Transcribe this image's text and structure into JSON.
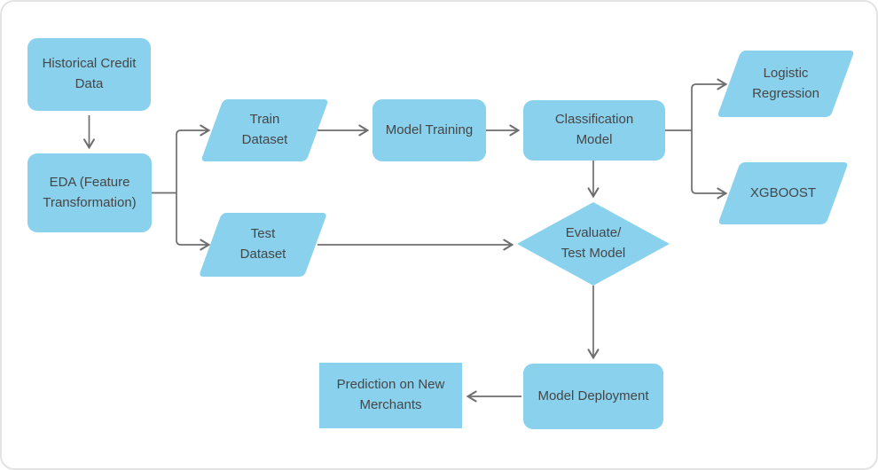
{
  "palette": {
    "node_fill": "#89D1ED",
    "line_color": "#6E6E6E",
    "text_color": "#464646",
    "canvas_bg": "#FFFFFF",
    "canvas_border": "#E3E3E3"
  },
  "nodes": {
    "historical": {
      "label": "Historical Credit\nData",
      "shape": "rounded-rectangle"
    },
    "eda": {
      "label": "EDA (Feature\nTransformation)",
      "shape": "rounded-rectangle"
    },
    "train": {
      "label": "Train\nDataset",
      "shape": "parallelogram"
    },
    "test": {
      "label": "Test\nDataset",
      "shape": "parallelogram"
    },
    "model_training": {
      "label": "Model Training",
      "shape": "rounded-rectangle"
    },
    "classification": {
      "label": "Classification\nModel",
      "shape": "rounded-rectangle"
    },
    "logistic": {
      "label": "Logistic\nRegression",
      "shape": "parallelogram"
    },
    "xgboost": {
      "label": "XGBOOST",
      "shape": "parallelogram"
    },
    "evaluate": {
      "label": "Evaluate/\nTest Model",
      "shape": "diamond"
    },
    "deployment": {
      "label": "Model Deployment",
      "shape": "rounded-rectangle"
    },
    "prediction": {
      "label": "Prediction on New\nMerchants",
      "shape": "rectangle"
    }
  },
  "edges": [
    {
      "from": "Historical Credit Data",
      "to": "EDA (Feature Transformation)"
    },
    {
      "from": "EDA (Feature Transformation)",
      "to": "Train Dataset"
    },
    {
      "from": "EDA (Feature Transformation)",
      "to": "Test Dataset"
    },
    {
      "from": "Train Dataset",
      "to": "Model Training"
    },
    {
      "from": "Model Training",
      "to": "Classification Model"
    },
    {
      "from": "Classification Model",
      "to": "Logistic Regression"
    },
    {
      "from": "Classification Model",
      "to": "XGBOOST"
    },
    {
      "from": "Classification Model",
      "to": "Evaluate/Test Model"
    },
    {
      "from": "Test Dataset",
      "to": "Evaluate/Test Model"
    },
    {
      "from": "Evaluate/Test Model",
      "to": "Model Deployment"
    },
    {
      "from": "Model Deployment",
      "to": "Prediction on New Merchants"
    }
  ]
}
